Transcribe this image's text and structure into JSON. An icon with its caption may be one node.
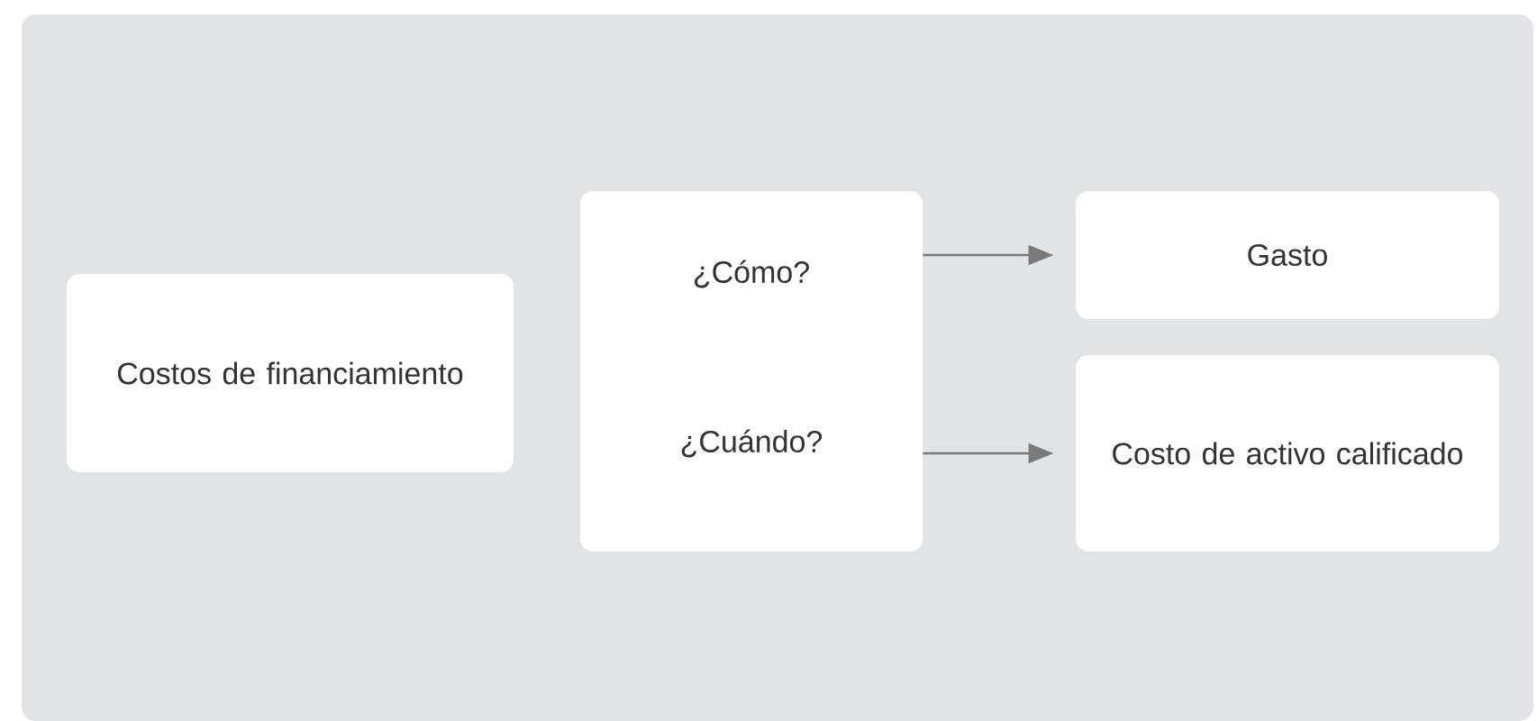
{
  "diagram": {
    "nodes": [
      {
        "text": [
          "Costos de financiamiento"
        ]
      },
      {
        "text": [
          "¿Cómo?",
          "¿Cuándo?"
        ]
      },
      {
        "text": [
          "Gasto"
        ]
      },
      {
        "text": [
          "Costo de activo calificado"
        ]
      }
    ],
    "edges": [
      {
        "from": 1,
        "to": 2,
        "arrow": "to"
      },
      {
        "from": 1,
        "to": 3,
        "arrow": "to"
      }
    ]
  }
}
